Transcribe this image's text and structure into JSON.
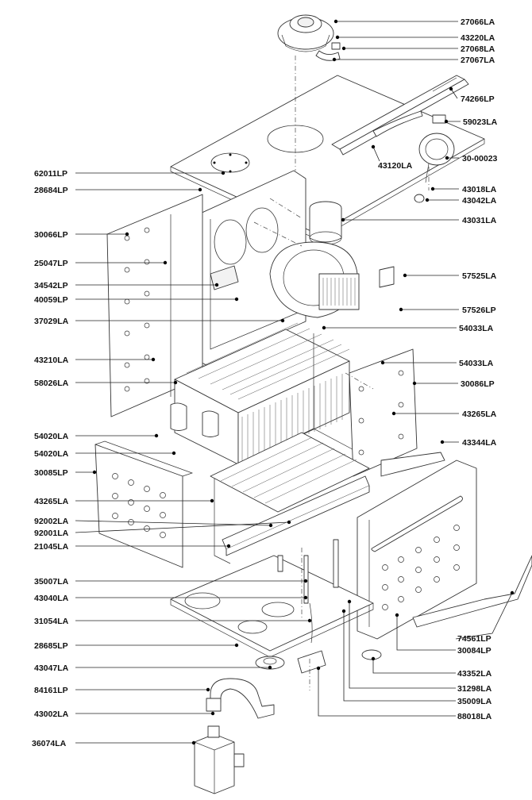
{
  "diagram": {
    "part_labels_right": [
      "27066LA",
      "43220LA",
      "27068LA",
      "27067LA",
      "74266LP",
      "59023LA",
      "43120LA",
      "30-00023",
      "43018LA",
      "43042LA",
      "43031LA",
      "57525LA",
      "57526LP",
      "54033LA",
      "54033LA",
      "30086LP",
      "43265LA",
      "43344LA",
      "74561LP",
      "30084LP",
      "43352LA",
      "31298LA",
      "35009LA",
      "88018LA"
    ],
    "part_labels_left": [
      "62011LP",
      "28684LP",
      "30066LP",
      "25047LP",
      "34542LP",
      "40059LP",
      "37029LA",
      "43210LA",
      "58026LA",
      "54020LA",
      "54020LA",
      "30085LP",
      "43265LA",
      "92002LA",
      "92001LA",
      "21045LA",
      "35007LA",
      "43040LA",
      "31054LA",
      "28685LP",
      "43047LA",
      "84161LP",
      "43002LA",
      "36074LA"
    ]
  }
}
